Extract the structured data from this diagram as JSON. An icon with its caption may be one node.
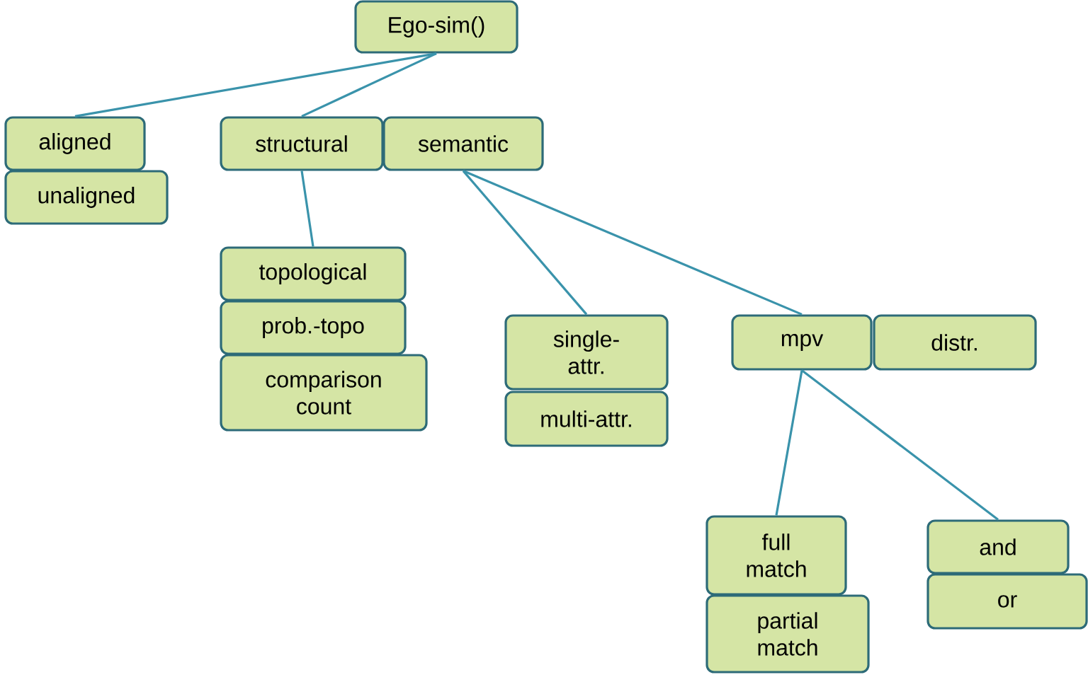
{
  "diagram": {
    "nodes": [
      {
        "text": [
          "Ego-sim()"
        ]
      },
      {
        "text": [
          "aligned"
        ]
      },
      {
        "text": [
          "unaligned"
        ]
      },
      {
        "text": [
          "structural"
        ]
      },
      {
        "text": [
          "semantic"
        ]
      },
      {
        "text": [
          "topological"
        ]
      },
      {
        "text": [
          "prob.-topo"
        ]
      },
      {
        "text": [
          "comparison count"
        ]
      },
      {
        "text": [
          "single- attr."
        ]
      },
      {
        "text": [
          "multi-attr."
        ]
      },
      {
        "text": [
          "mpv"
        ]
      },
      {
        "text": [
          "distr."
        ]
      },
      {
        "text": [
          "full match"
        ]
      },
      {
        "text": [
          "partial match"
        ]
      },
      {
        "text": [
          "and"
        ]
      },
      {
        "text": [
          "or"
        ]
      }
    ],
    "edges": [
      {
        "from": 0,
        "to": 1,
        "arrow": "none"
      },
      {
        "from": 0,
        "to": 3,
        "arrow": "none"
      },
      {
        "from": 3,
        "to": 5,
        "arrow": "none"
      },
      {
        "from": 4,
        "to": 8,
        "arrow": "none"
      },
      {
        "from": 4,
        "to": 10,
        "arrow": "none"
      },
      {
        "from": 10,
        "to": 12,
        "arrow": "none"
      },
      {
        "from": 10,
        "to": 14,
        "arrow": "none"
      }
    ]
  }
}
